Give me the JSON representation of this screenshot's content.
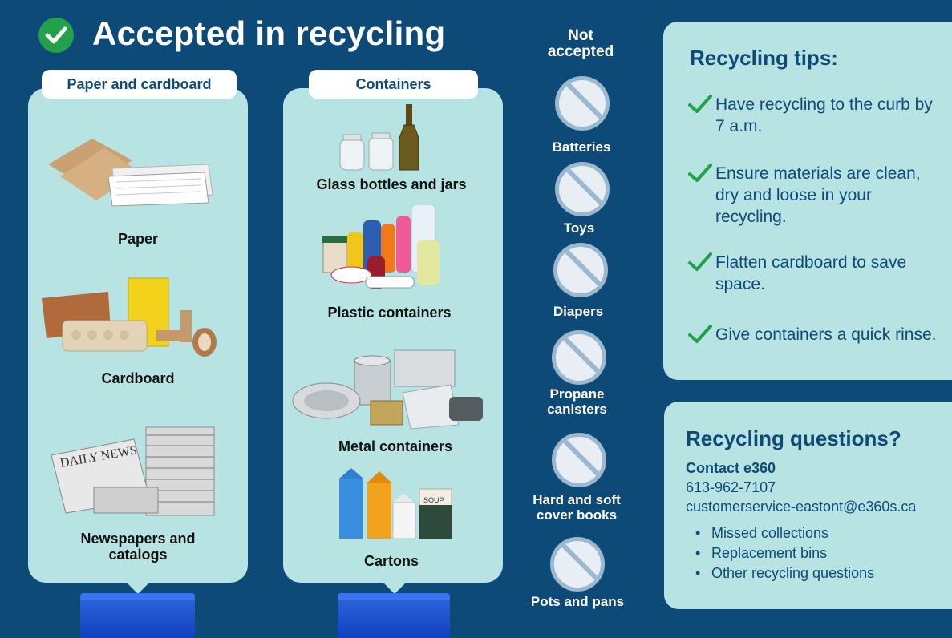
{
  "title": "Accepted in recycling",
  "columns": {
    "paper": {
      "tab": "Paper and cardboard",
      "items": [
        "Paper",
        "Cardboard",
        "Newspapers and catalogs"
      ]
    },
    "containers": {
      "tab": "Containers",
      "items": [
        "Glass bottles and jars",
        "Plastic containers",
        "Metal containers",
        "Cartons"
      ]
    }
  },
  "not_accepted": {
    "heading": "Not accepted",
    "items": [
      "Batteries",
      "Toys",
      "Diapers",
      "Propane canisters",
      "Hard and soft cover books",
      "Pots and pans"
    ]
  },
  "tips": {
    "title": "Recycling tips:",
    "items": [
      "Have recycling to the curb by 7 a.m.",
      "Ensure materials are clean, dry and loose in your recycling.",
      "Flatten cardboard to save space.",
      "Give containers a quick rinse."
    ]
  },
  "questions": {
    "title": "Recycling questions?",
    "contact_label": "Contact e360",
    "phone": "613-962-7107",
    "email": "customerservice-eastont@e360s.ca",
    "bullets": [
      "Missed collections",
      "Replacement bins",
      "Other recycling questions"
    ]
  },
  "colors": {
    "background": "#0e4a78",
    "panel": "#b8e3e3",
    "accent": "#22a14a",
    "bin": "#1a4fd0"
  }
}
